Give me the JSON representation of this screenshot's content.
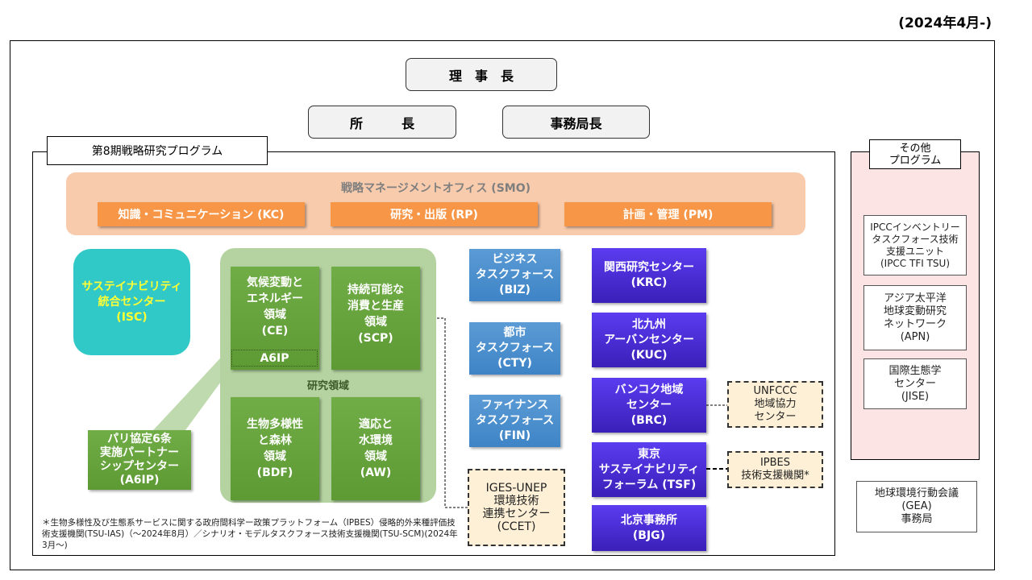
{
  "date_label": "(2024年4月-)",
  "executives": {
    "chair": "理　事　長",
    "director": "所　　　長",
    "secretary_general": "事務局長"
  },
  "strategic_program": {
    "label": "第8期戦略研究プログラム",
    "smo": {
      "title": "戦略マネージメントオフィス (SMO)",
      "units": [
        {
          "label": "知識・コミュニケーション (KC)"
        },
        {
          "label": "研究・出版 (RP)"
        },
        {
          "label": "計画・管理 (PM)"
        }
      ]
    },
    "isc": "サステイナビリティ\n統合センター\n(ISC)",
    "research_areas": {
      "label": "研究領域",
      "areas": [
        {
          "label": "気候変動と\nエネルギー\n領域\n(CE)"
        },
        {
          "label": "持続可能な\n消費と生産\n領域\n(SCP)"
        },
        {
          "label": "生物多様性\nと森林\n領域\n(BDF)"
        },
        {
          "label": "適応と\n水環境\n領域\n(AW)"
        }
      ],
      "a6ip_tag": "A6IP"
    },
    "a6ip_center": "パリ協定6条\n実施パートナー\nシップセンター\n(A6IP)",
    "task_forces": [
      {
        "label": "ビジネス\nタスクフォース\n(BIZ)"
      },
      {
        "label": "都市\nタスクフォース\n(CTY)"
      },
      {
        "label": "ファイナンス\nタスクフォース\n(FIN)"
      }
    ],
    "ccet": "IGES-UNEP\n環境技術\n連携センター\n(CCET)",
    "regional_centers": [
      {
        "label": "関西研究センター\n(KRC)"
      },
      {
        "label": "北九州\nアーバンセンター\n(KUC)"
      },
      {
        "label": "バンコク地域\nセンター\n(BRC)"
      },
      {
        "label": "東京\nサステイナビリティ\nフォーラム (TSF)"
      },
      {
        "label": "北京事務所\n(BJG)"
      }
    ],
    "affiliated": [
      {
        "label": "UNFCCC\n地域協力\nセンター"
      },
      {
        "label": "IPBES\n技術支援機関*"
      }
    ],
    "footnote": "＊生物多様性及び生態系サービスに関する政府間科学ー政策プラットフォーム（IPBES）侵略的外来種評価技術支援機関(TSU-IAS)（～2024年8月）／シナリオ・モデルタスクフォース技術支援機関(TSU-SCM)(2024年3月～)"
  },
  "other_programs": {
    "label": "その他\nプログラム",
    "items": [
      {
        "label": "IPCCインベントリー\nタスクフォース技術\n支援ユニット\n(IPCC TFI TSU)"
      },
      {
        "label": "アジア太平洋\n地球変動研究\nネットワーク\n(APN)"
      },
      {
        "label": "国際生態学\nセンター\n(JISE)"
      }
    ]
  },
  "gea": "地球環境行動会議\n(GEA)\n事務局",
  "colors": {
    "smo_bg": "#f8cbad",
    "smo_unit": "#f79646",
    "isc": "#31c8c8",
    "isc_text": "#ffff33",
    "research_bg": "#b4d3a0",
    "research_box": "#70ad47",
    "task_force": "#5b9bd5",
    "regional": "#4a2ee0",
    "affiliated_bg": "#fdf0d6",
    "other_bg": "#fde4e4"
  }
}
